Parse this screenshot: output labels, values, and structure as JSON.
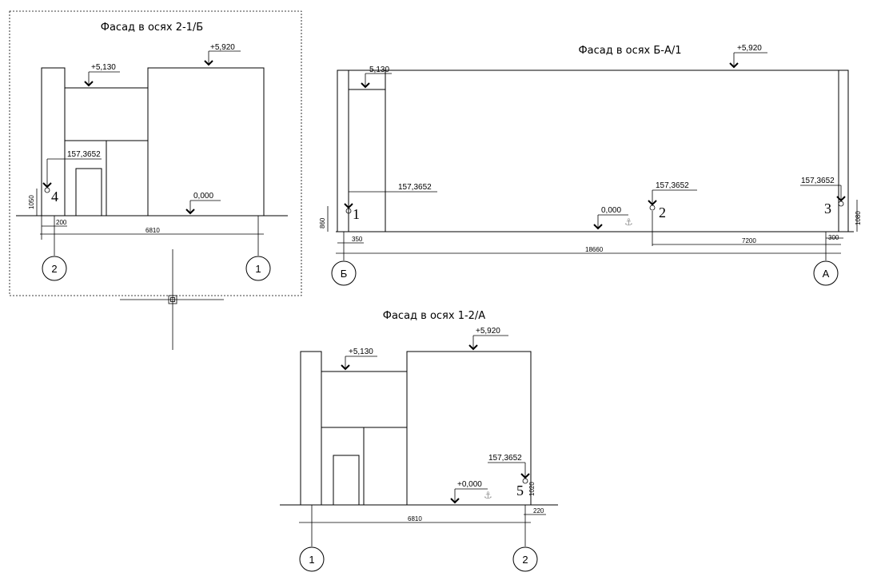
{
  "facade_2_1_b": {
    "title": "Фасад в осях 2-1/Б",
    "elev_top": "+5,920",
    "elev_mid": "+5,130",
    "elev_ground": "0,000",
    "elev_point": "157,3652",
    "point_number": "4",
    "dim_height": "1050",
    "dim_offset": "200",
    "dim_width": "6810",
    "axis_left": "2",
    "axis_right": "1"
  },
  "facade_b_a_1": {
    "title": "Фасад в осях Б-А/1",
    "elev_top": "+5,920",
    "elev_mid": "5,130",
    "elev_ground": "0,000",
    "elev_point_1": "157,3652",
    "elev_point_2": "157,3652",
    "elev_point_3": "157,3652",
    "point_1": "1",
    "point_2": "2",
    "point_3": "3",
    "dim_height_left": "860",
    "dim_height_right": "1080",
    "dim_offset_left": "350",
    "dim_offset_right": "300",
    "dim_partial": "7200",
    "dim_total": "18660",
    "axis_left": "Б",
    "axis_right": "А",
    "anchor_symbol": "⚓"
  },
  "facade_1_2_a": {
    "title": "Фасад в осях 1-2/А",
    "elev_top": "+5,920",
    "elev_mid": "+5,130",
    "elev_ground": "+0,000",
    "elev_point": "157,3652",
    "point_number": "5",
    "dim_height": "1020",
    "dim_offset": "220",
    "dim_width": "6810",
    "axis_left": "1",
    "axis_right": "2",
    "anchor_symbol": "⚓"
  }
}
